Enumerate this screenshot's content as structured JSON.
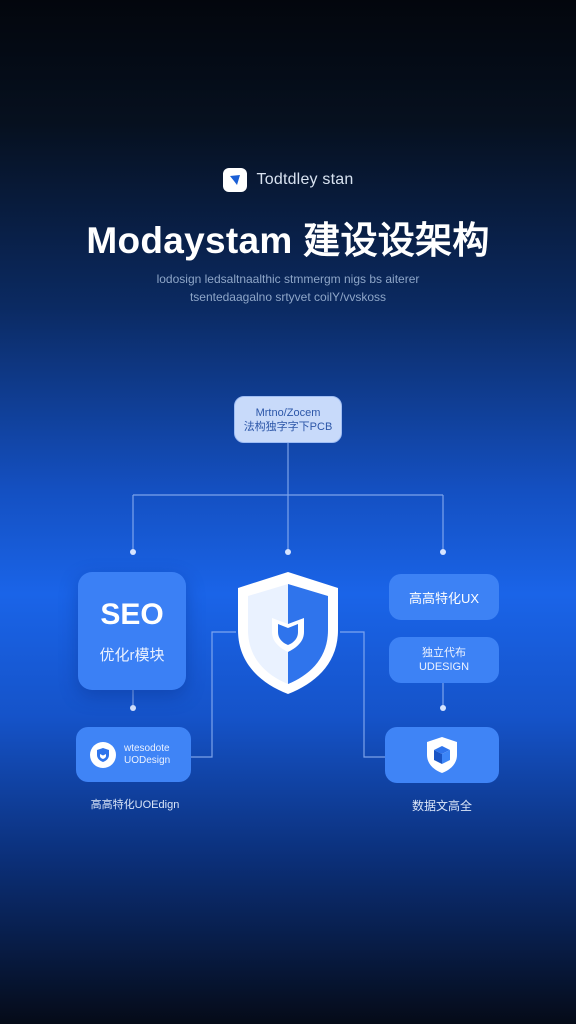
{
  "header": {
    "brand_name": "Todtdley stan",
    "title": "Modaystam 建设设架构",
    "subtitle_line1": "lodosign ledsaltnaalthic stmmergm nigs bs aiterer",
    "subtitle_line2": "tsentedaagalno srtyvet coilY/vvskoss"
  },
  "diagram": {
    "top_node": {
      "line1": "Mrtno/Zocem",
      "line2": "法构独字字下PCB"
    },
    "seo_node": {
      "title": "SEO",
      "subtitle": "优化r模块"
    },
    "left_bottom_node": {
      "line1": "wtesodote",
      "line2": "UODesign",
      "icon": "shield-badge-icon",
      "caption": "高高特化UOEdign"
    },
    "center_node": {
      "icon": "security-shield-icon"
    },
    "right_node_1": {
      "label": "高高特化UX"
    },
    "right_node_2": {
      "line1": "独立代布",
      "line2": "UDESIGN"
    },
    "right_bottom_node": {
      "icon": "shield-box-icon",
      "caption": "数据文高全"
    }
  },
  "colors": {
    "accent": "#3b80f5",
    "top_node_bg": "#c8dafa",
    "connector": "#8fb2f2"
  }
}
